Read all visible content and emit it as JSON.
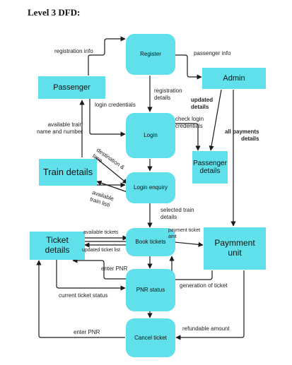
{
  "heading": "Level 3 DFD:",
  "nodes": {
    "register": "Register",
    "login": "Login",
    "login_enquiry": "Login enquiry",
    "book_tickets": "Book tickets",
    "pnr_status": "PNR status",
    "cancel_ticket": "Cancel ticket",
    "passenger": "Passenger",
    "admin": "Admin",
    "passenger_details": "Passenger\ndetails",
    "train_details": "Train details",
    "ticket_details": "Ticket\ndetails",
    "payment_unit": "Paymment\nunit"
  },
  "flows": {
    "registration_info": "registration info",
    "passenger_info": "passenger info",
    "registration_details": "registration\ndetails",
    "updated_details": "updated\ndetails",
    "login_credentials": "login credentials",
    "check_login_credentials": "check login\ncredentials",
    "all_payments_details": "all payments\ndetails",
    "available_train_name": "available train\nname and number",
    "destination_time": "destination &\ntime",
    "available_train_list": "available\ntrain listi",
    "selected_train_details": "selected train\ndetails",
    "available_tickets": "available tickets",
    "payment_ticket_amt": "payment ticket\namt",
    "updated_ticket_list": "updated ticket list",
    "enter_pnr_1": "enter PNR",
    "current_ticket_status": "current ticket status",
    "generation_of_ticket": "generation of ticket",
    "enter_pnr_2": "enter PNR",
    "refundable_amount": "refundable amount"
  },
  "colors": {
    "node_fill": "#5fe0ea",
    "line": "#1a1a1a"
  }
}
